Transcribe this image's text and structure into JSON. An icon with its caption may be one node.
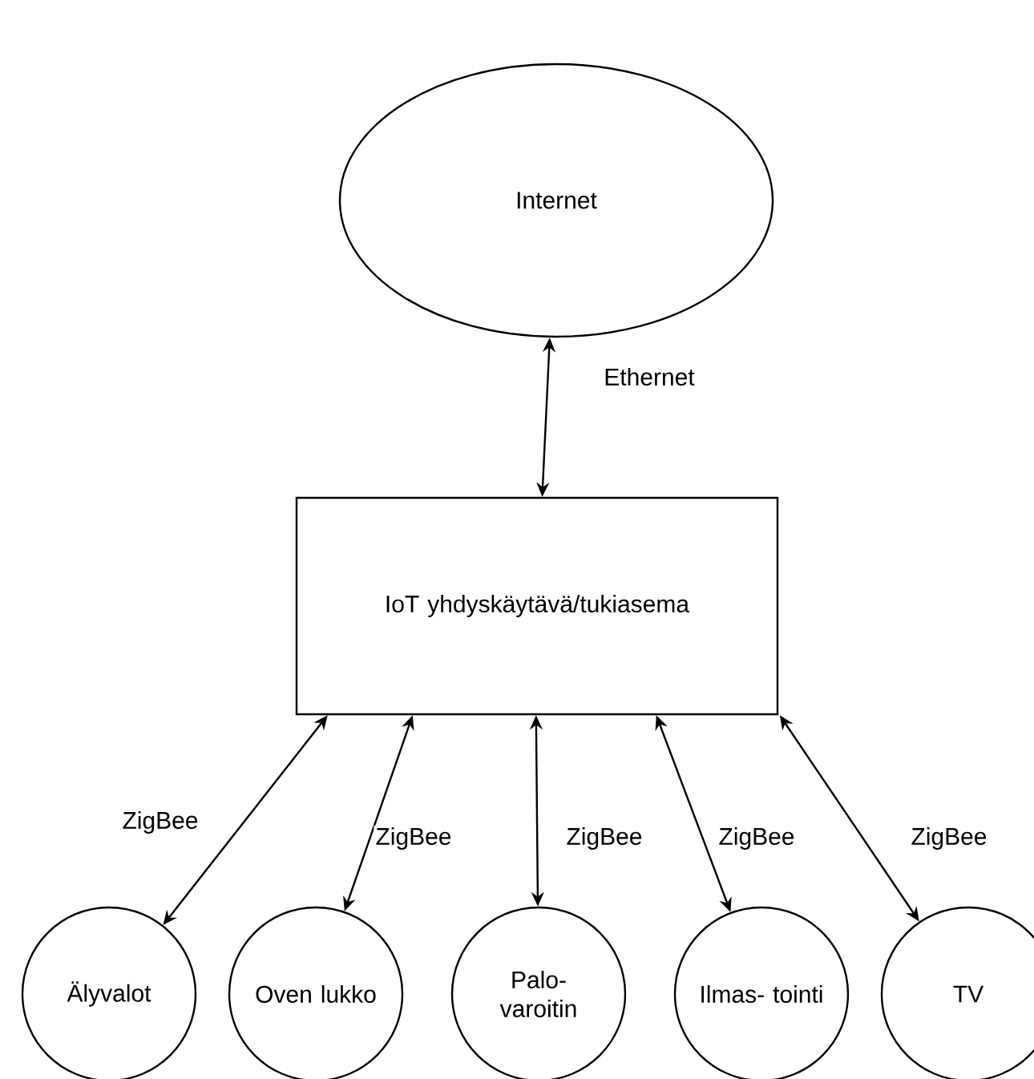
{
  "diagram": {
    "nodes": [
      {
        "text": [
          "Internet"
        ]
      },
      {
        "text": [
          "IoT yhdyskäytävä/tukiasema"
        ]
      },
      {
        "text": [
          "Älyvalot"
        ]
      },
      {
        "text": [
          "Oven lukko"
        ]
      },
      {
        "text": [
          "Palo- varoitin"
        ]
      },
      {
        "text": [
          "Ilmas- tointi"
        ]
      },
      {
        "text": [
          "TV"
        ]
      }
    ],
    "edges": [
      {
        "from": 1,
        "to": 0,
        "arrow": "both",
        "label": "Ethernet"
      },
      {
        "from": 1,
        "to": 2,
        "arrow": "both",
        "label": "ZigBee"
      },
      {
        "from": 1,
        "to": 3,
        "arrow": "both",
        "label": "ZigBee"
      },
      {
        "from": 1,
        "to": 4,
        "arrow": "both",
        "label": "ZigBee"
      },
      {
        "from": 1,
        "to": 5,
        "arrow": "both",
        "label": "ZigBee"
      },
      {
        "from": 1,
        "to": 6,
        "arrow": "both",
        "label": "ZigBee"
      }
    ]
  }
}
